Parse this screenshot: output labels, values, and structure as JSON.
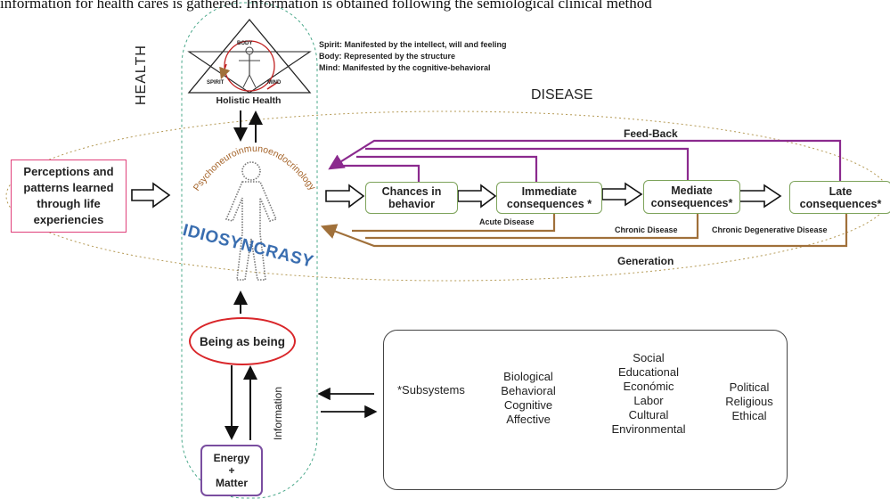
{
  "top_text": "information for health cares is gathered. Information is obtained following the semiological clinical method",
  "legend": {
    "spirit": "Spirit: Manifested by the intellect, will and feeling",
    "body": "Body: Represented by the structure",
    "mind": "Mind: Manifested by the cognitive-behavioral"
  },
  "triangle": {
    "body": "BODY",
    "spirit": "SPIRIT",
    "mind": "MIND"
  },
  "holistic_health": "Holistic Health",
  "health_label": "HEALTH",
  "disease_label": "DISEASE",
  "pni_label": "Psychoneuroinmunoendocrinology",
  "idiosyncrasy": "IDIOSYNCRASY",
  "perceptions": "Perceptions and patterns learned through life experiencies",
  "flow": {
    "chances": "Chances in behavior",
    "immediate": "Immediate consequences *",
    "mediate": "Mediate consequences*",
    "late": "Late consequences*"
  },
  "diseases": {
    "acute": "Acute Disease",
    "chronic": "Chronic Disease",
    "degenerative": "Chronic Degenerative Disease"
  },
  "feedback": "Feed-Back",
  "generation": "Generation",
  "being": "Being as being",
  "energy": {
    "line1": "Energy",
    "line2": "+",
    "line3": "Matter"
  },
  "information": "Information",
  "subsystems": {
    "title": "*Subsystems",
    "col1": [
      "Biological",
      "Behavioral",
      "Cognitive",
      "Affective"
    ],
    "col2": [
      "Social",
      "Educational",
      "Económic",
      "Labor",
      "Cultural",
      "Environmental"
    ],
    "col3": [
      "Political",
      "Religious",
      "Ethical"
    ]
  },
  "colors": {
    "feedback": "#8b2a8e",
    "generation": "#a0703a",
    "box_border": "#7da35a",
    "perceptions_border": "#e0407a",
    "being_border": "#d9262a",
    "energy_border": "#7a4ea0",
    "idiosyncrasy": "#3a6eb0",
    "pni": "#a5642a"
  }
}
